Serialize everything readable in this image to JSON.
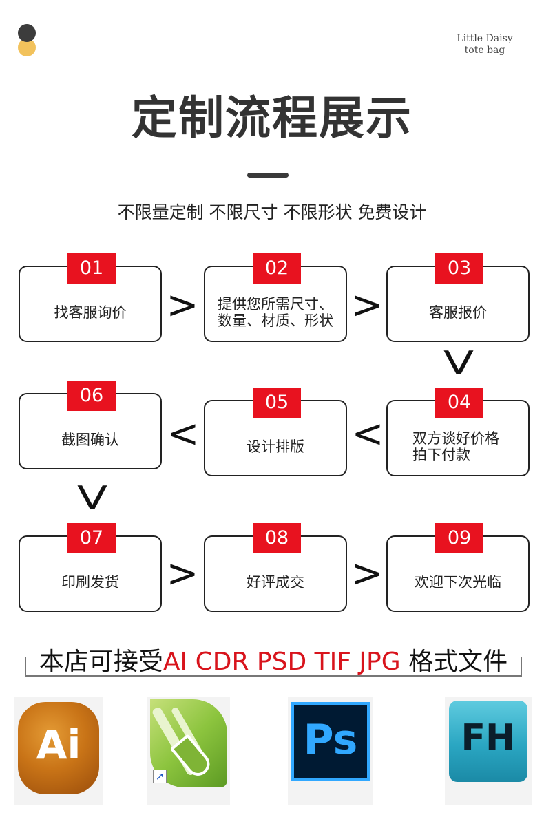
{
  "brand": {
    "line1": "Little Daisy",
    "line2": "tote bag"
  },
  "page_title": "定制流程展示",
  "subtitle": "不限量定制  不限尺寸  不限形状  免费设计",
  "steps": [
    {
      "num": "01",
      "text": "找客服询价"
    },
    {
      "num": "02",
      "text": "提供您所需尺寸、数量、材质、形状"
    },
    {
      "num": "03",
      "text": "客服报价"
    },
    {
      "num": "04",
      "text": "双方谈好价格拍下付款"
    },
    {
      "num": "05",
      "text": "设计排版"
    },
    {
      "num": "06",
      "text": "截图确认"
    },
    {
      "num": "07",
      "text": "印刷发货"
    },
    {
      "num": "08",
      "text": "好评成交"
    },
    {
      "num": "09",
      "text": "欢迎下次光临"
    }
  ],
  "arrows": {
    "right": ">",
    "left": "<",
    "down": "V"
  },
  "formats": {
    "prefix": "本店可接受",
    "list": "AI CDR PSD TIF JPG",
    "suffix": " 格式文件"
  },
  "apps": [
    {
      "label": "Ai",
      "icon": "illustrator-icon"
    },
    {
      "label": "↗",
      "icon": "coreldraw-icon"
    },
    {
      "label": "Ps",
      "icon": "photoshop-icon"
    },
    {
      "label": "FH",
      "icon": "freehand-icon"
    }
  ],
  "colors": {
    "accent": "#e8121f",
    "logo_dark": "#3c3c3c",
    "logo_yellow": "#f2c25c"
  }
}
